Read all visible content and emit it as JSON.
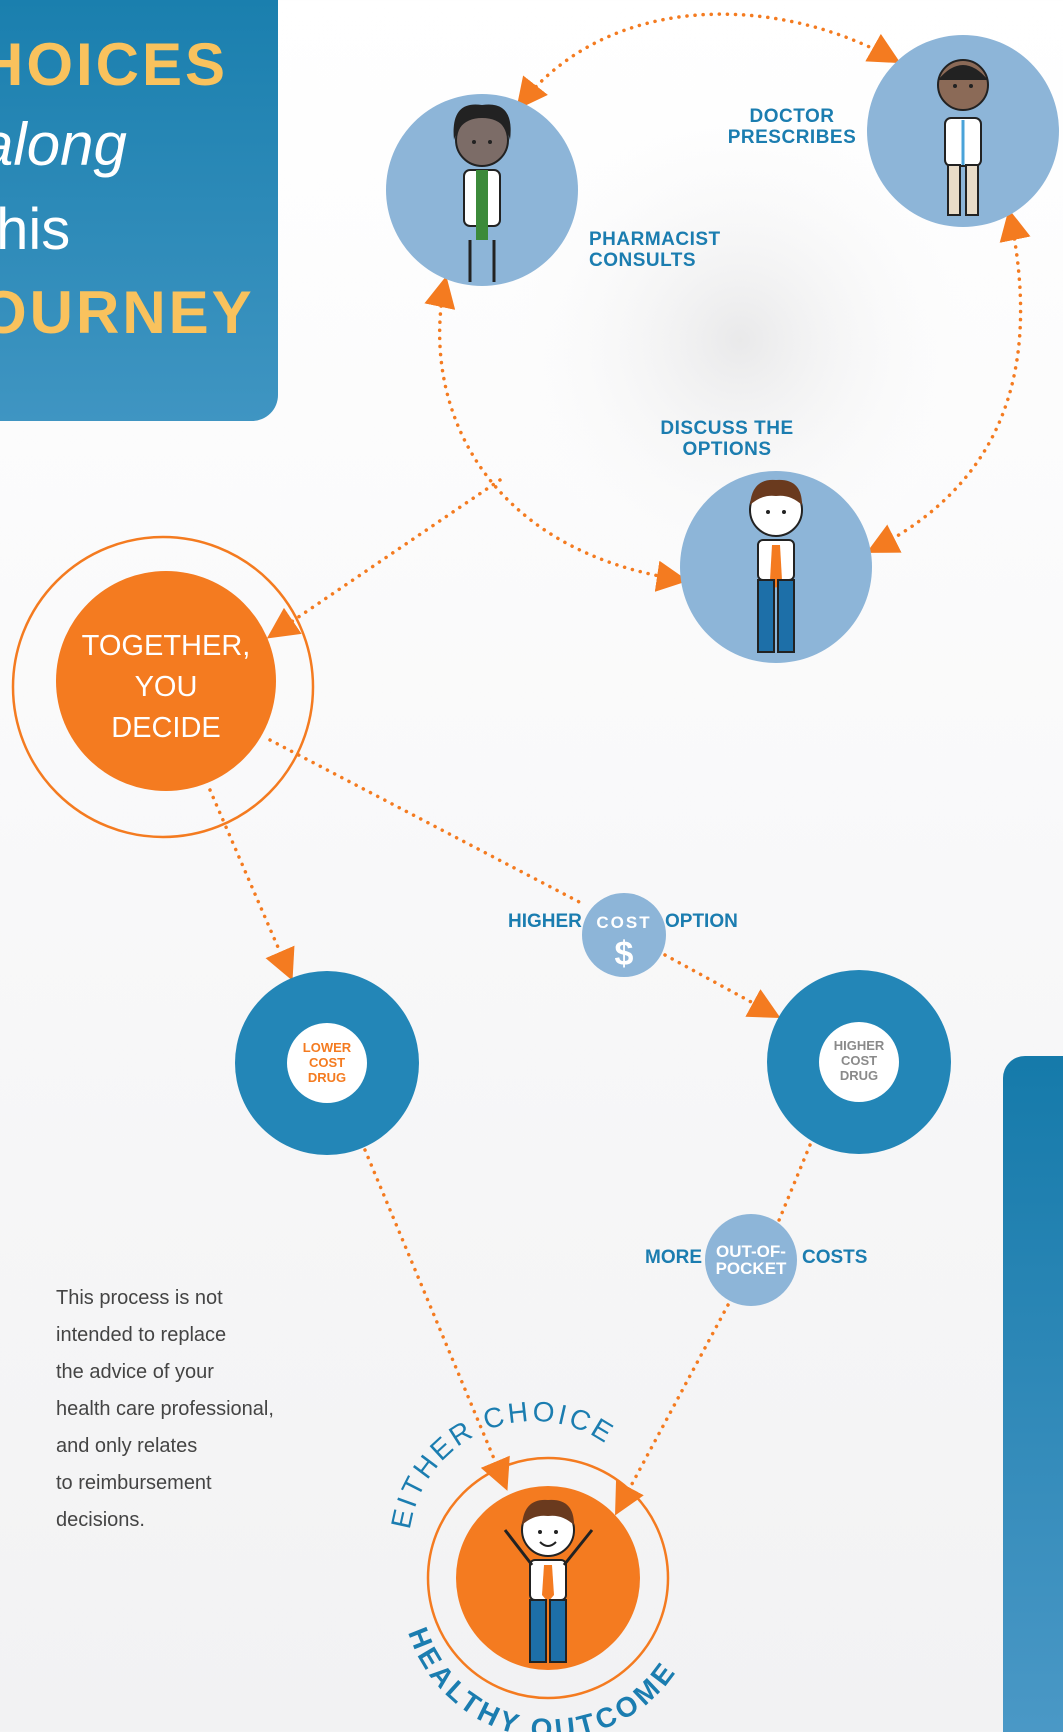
{
  "title": {
    "line1": "HOICES",
    "line2": "along",
    "line3": "this",
    "line4": "OURNEY"
  },
  "roles": {
    "doctor": [
      "DOCTOR",
      "PRESCRIBES"
    ],
    "pharmacist": [
      "PHARMACIST",
      "CONSULTS"
    ],
    "discuss": [
      "DISCUSS THE",
      "OPTIONS"
    ]
  },
  "decide": [
    "TOGETHER,",
    "YOU",
    "DECIDE"
  ],
  "higher_option": {
    "left": "HIGHER",
    "badge": "COST",
    "symbol": "$",
    "right": "OPTION"
  },
  "lower_drug": [
    "LOWER",
    "COST",
    "DRUG"
  ],
  "higher_drug": [
    "HIGHER",
    "COST",
    "DRUG"
  ],
  "out_of_pocket": {
    "left": "MORE",
    "badge1": "OUT-OF-",
    "badge2": "POCKET",
    "right": "COSTS"
  },
  "outcome": {
    "arc_top": "EITHER CHOICE",
    "arc_bottom": "HEALTHY OUTCOME"
  },
  "disclaimer": [
    "This process is not",
    "intended to replace",
    "the advice of your",
    "health care professional,",
    "and only relates",
    "to reimbursement",
    "decisions."
  ],
  "colors": {
    "orange": "#f47b20",
    "light_blue": "#7fb1d6",
    "dark_blue": "#2386b7",
    "label_blue": "#1b7db0",
    "yellow": "#f9c25d"
  }
}
